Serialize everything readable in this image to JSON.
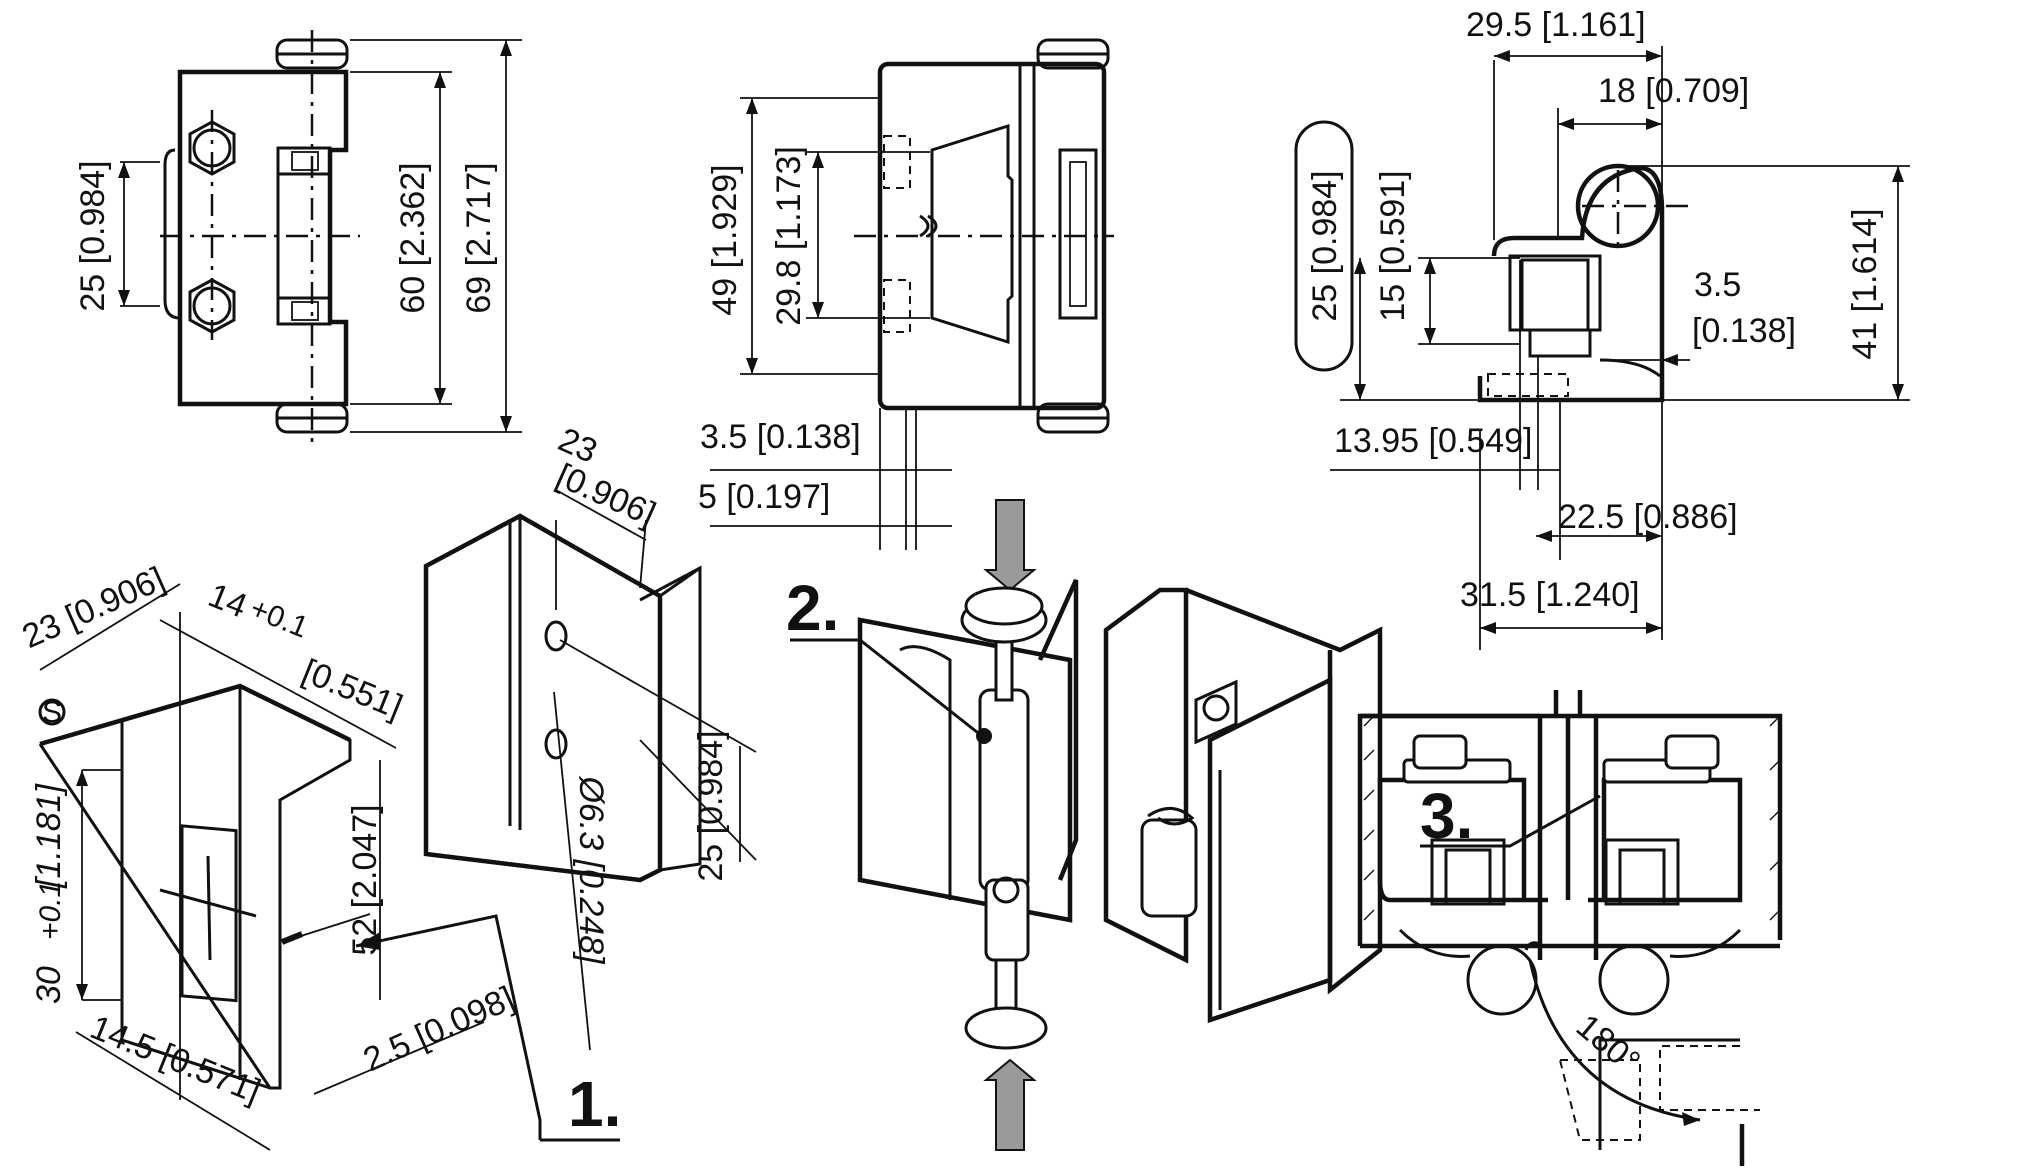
{
  "front_view": {
    "dim_pitch": "25 [0.984]",
    "dim_height": "60 [2.362]",
    "dim_total": "69 [2.717]"
  },
  "side_view": {
    "dim_outer": "49 [1.929]",
    "dim_inner": "29.8 [1.173]",
    "dim_offset_a": "3.5 [0.138]",
    "dim_offset_b": "5 [0.197]"
  },
  "top_view": {
    "dim_width": "29.5 [1.161]",
    "dim_pin": "18 [0.709]",
    "dim_badge": "25 [0.984]",
    "dim_depth": "15 [0.591]",
    "dim_gap_a": "3.5",
    "dim_gap_b": "[0.138]",
    "dim_height": "41 [1.614]",
    "dim_x1": "13.95 [0.549]",
    "dim_x2": "22.5 [0.886]",
    "dim_x3": "31.5 [1.240]"
  },
  "cutout": {
    "dim_a": "23 [0.906]",
    "dim_b_main": "14",
    "dim_b_tol": "+0.1",
    "dim_b_inch": "[0.551]",
    "dim_c_main": "30",
    "dim_c_tol": "+0.1",
    "dim_c_inch": "[1.181]",
    "dim_d": "14.5 [0.571]",
    "dim_e": "52 [2.047]",
    "dim_f": "2.5 [0.098]",
    "symbol_s": "S"
  },
  "bracket": {
    "dim_a_top": "23",
    "dim_a_bottom": "[0.906]",
    "dim_b": "25 [0.984]",
    "dim_c": "Ø6.3 [0.248]"
  },
  "steps": {
    "step1": "1.",
    "step2": "2.",
    "step3": "3."
  },
  "rotation": {
    "angle": "180°"
  }
}
